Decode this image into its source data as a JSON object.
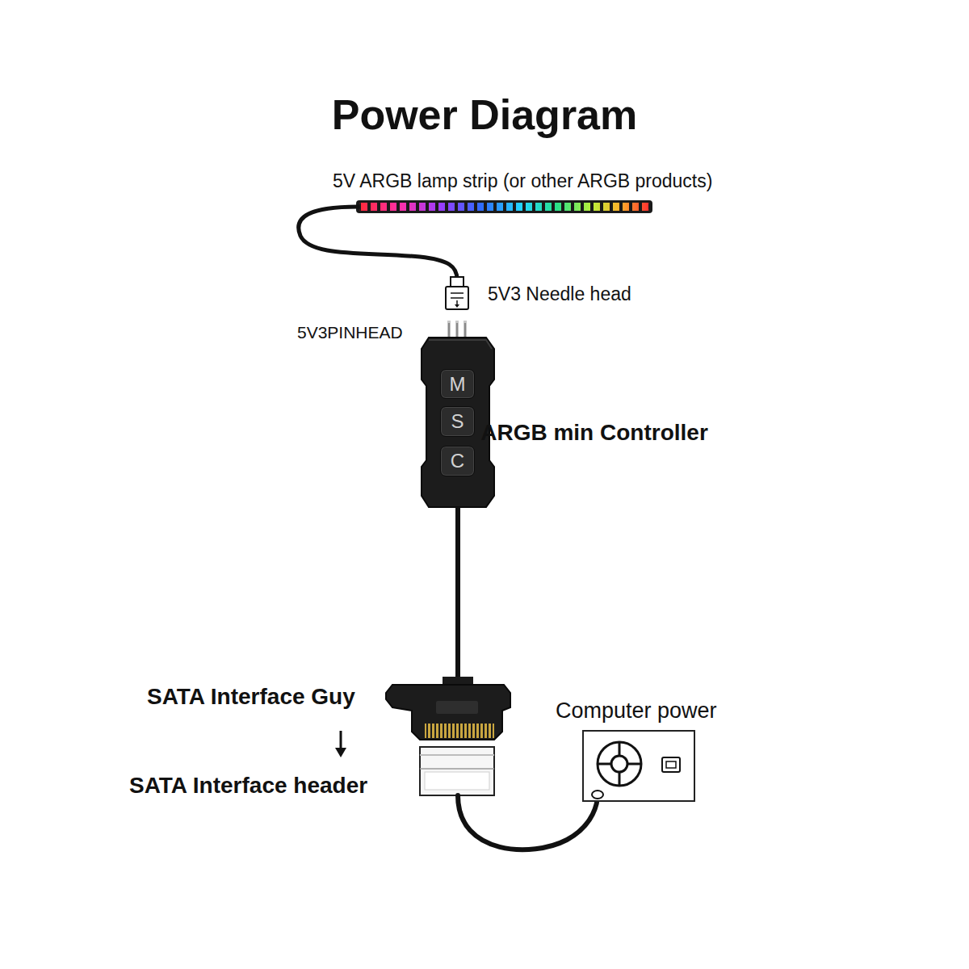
{
  "diagram": {
    "title": "Power Diagram",
    "nodes": [
      {
        "text": [
          "M"
        ]
      },
      {
        "text": [
          "S"
        ]
      },
      {
        "text": [
          "C"
        ]
      }
    ],
    "labels": [
      "5V ARGB lamp strip (or other ARGB products)",
      "5V3 Needle head",
      "5V3PINHEAD",
      "ARGB min Controller",
      "SATA Interface Guy",
      "SATA Interface header",
      "Computer power"
    ]
  }
}
